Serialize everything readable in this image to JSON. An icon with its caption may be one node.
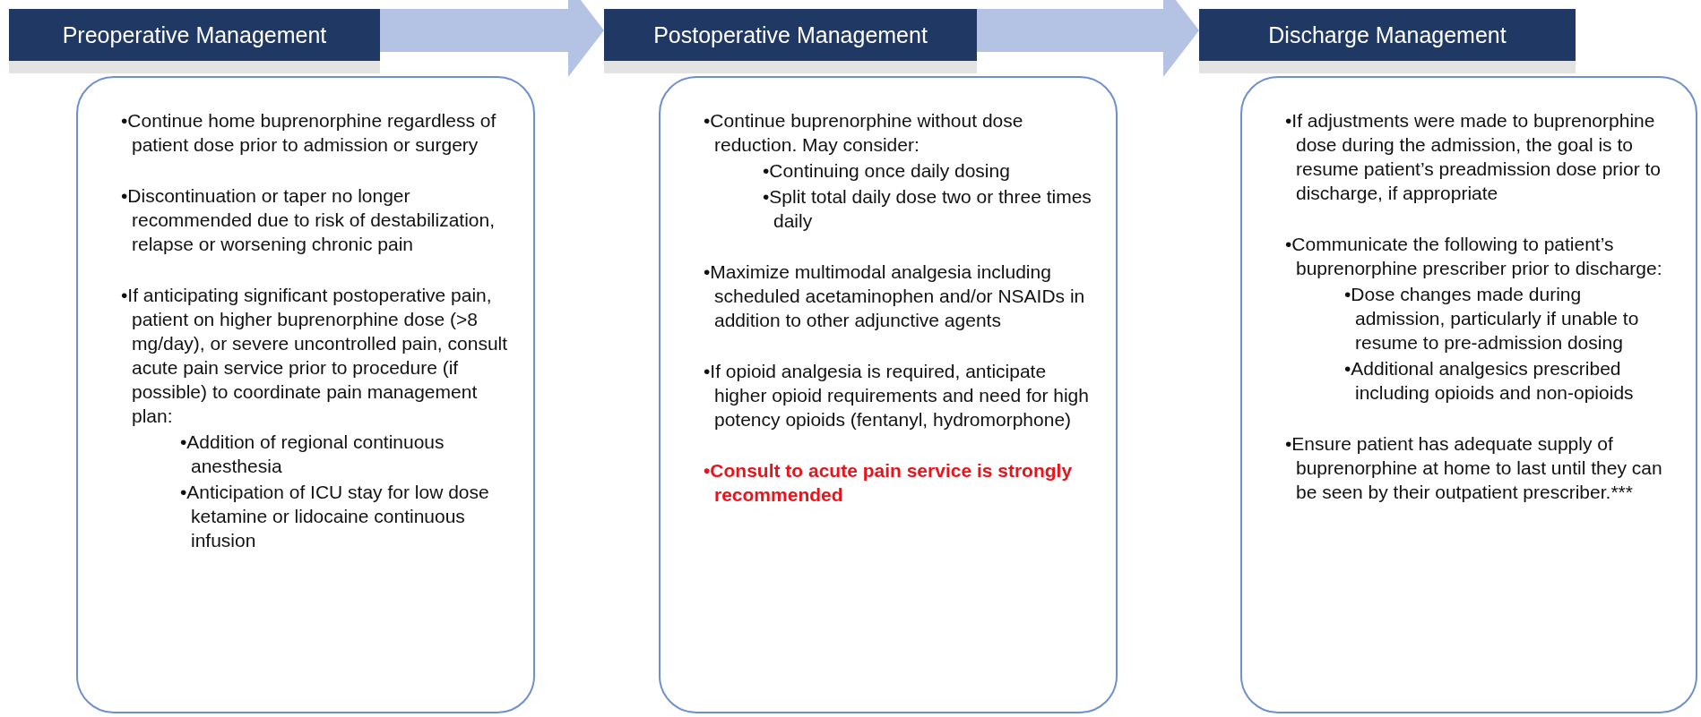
{
  "diagram": {
    "nodes": [
      {
        "text": [
          "Preoperative Management"
        ]
      },
      {
        "text": [
          "•Continue home buprenorphine regardless of patient dose prior to admission or surgery",
          "•Discontinuation or taper no longer recommended due to risk of destabilization, relapse or worsening chronic pain",
          "•If anticipating significant postoperative pain, patient on higher buprenorphine dose (>8 mg/day), or severe uncontrolled pain, consult acute pain service prior to procedure (if possible) to coordinate pain management plan:",
          "•Addition of regional continuous anesthesia",
          "•Anticipation of ICU stay for low dose ketamine or lidocaine continuous infusion"
        ]
      },
      {
        "text": [
          "Postoperative Management"
        ]
      },
      {
        "text": [
          "•Continue buprenorphine without dose reduction. May consider:",
          "•Continuing once daily dosing",
          "•Split total daily dose two or three times daily",
          "•Maximize multimodal analgesia including scheduled acetaminophen and/or NSAIDs in addition to other adjunctive agents",
          "•If opioid analgesia is required, anticipate higher opioid requirements and need for high potency opioids (fentanyl, hydromorphone)",
          "•Consult to acute pain service is strongly recommended"
        ]
      },
      {
        "text": [
          "Discharge Management"
        ]
      },
      {
        "text": [
          "•If adjustments were made to buprenorphine dose during the admission, the goal is to resume patient’s preadmission dose prior to discharge, if appropriate",
          "•Communicate the following to patient’s buprenorphine prescriber prior to discharge:",
          "•Dose changes made during admission, particularly if unable to resume to pre-admission dosing",
          "•Additional analgesics prescribed including opioids and non-opioids",
          "•Ensure patient has adequate supply of buprenorphine at home to last until they can be seen by their outpatient prescriber.***"
        ]
      }
    ],
    "edges": [
      {
        "from": 0,
        "to": 2,
        "arrow": "to"
      },
      {
        "from": 2,
        "to": 4,
        "arrow": "to"
      }
    ]
  }
}
